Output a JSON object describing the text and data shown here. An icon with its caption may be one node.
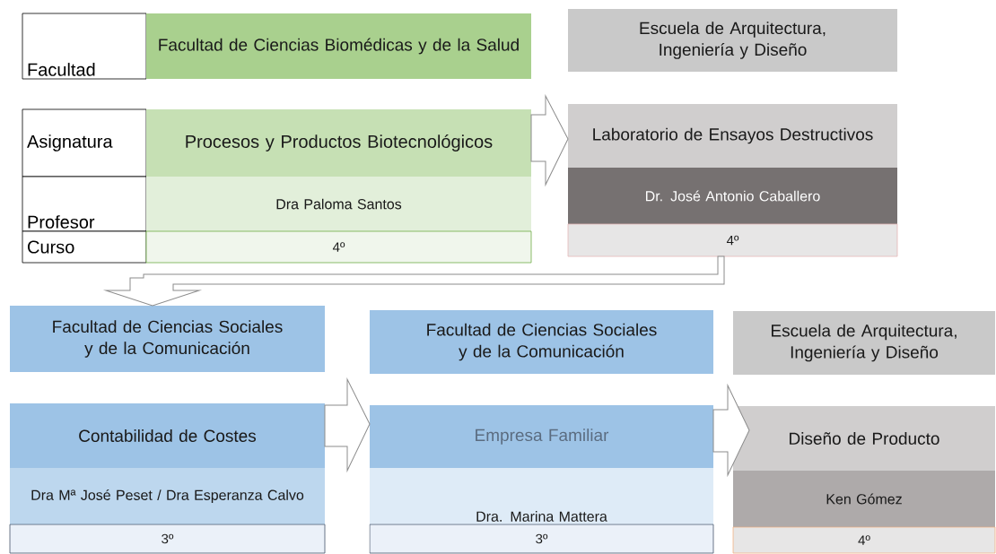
{
  "diagram": {
    "nodes": [
      {
        "text": [
          "Facultad"
        ]
      },
      {
        "text": [
          "Facultad de Ciencias Biomédicas y de la Salud"
        ]
      },
      {
        "text": [
          "Asignatura"
        ]
      },
      {
        "text": [
          "Procesos y Productos Biotecnológicos"
        ]
      },
      {
        "text": [
          "Profesor"
        ]
      },
      {
        "text": [
          "Dra Paloma Santos"
        ]
      },
      {
        "text": [
          "Curso"
        ]
      },
      {
        "text": [
          "4º"
        ]
      },
      {
        "text": [
          "Escuela de Arquitectura, Ingeniería y Diseño"
        ]
      },
      {
        "text": [
          "Laboratorio de Ensayos Destructivos"
        ]
      },
      {
        "text": [
          "Dr. José Antonio Caballero"
        ]
      },
      {
        "text": [
          "4º"
        ]
      },
      {
        "text": [
          "Facultad de Ciencias Sociales y de la Comunicación"
        ]
      },
      {
        "text": [
          "Contabilidad de Costes"
        ]
      },
      {
        "text": [
          "Dra Mª José Peset / Dra Esperanza Calvo"
        ]
      },
      {
        "text": [
          "3º"
        ]
      },
      {
        "text": [
          "Facultad de Ciencias Sociales y de la Comunicación"
        ]
      },
      {
        "text": [
          "Empresa Familiar"
        ]
      },
      {
        "text": [
          "Dra. Marina Mattera"
        ]
      },
      {
        "text": [
          "3º"
        ]
      },
      {
        "text": [
          "Escuela de Arquitectura, Ingeniería y Diseño"
        ]
      },
      {
        "text": [
          "Diseño de Producto"
        ]
      },
      {
        "text": [
          "Ken Gómez"
        ]
      },
      {
        "text": [
          "4º"
        ]
      }
    ],
    "edges": [
      {
        "from": 3,
        "to": 9,
        "arrow": "to"
      },
      {
        "from": 11,
        "to": 12,
        "arrow": "to"
      },
      {
        "from": 13,
        "to": 17,
        "arrow": "to"
      },
      {
        "from": 17,
        "to": 21,
        "arrow": "to"
      }
    ]
  }
}
